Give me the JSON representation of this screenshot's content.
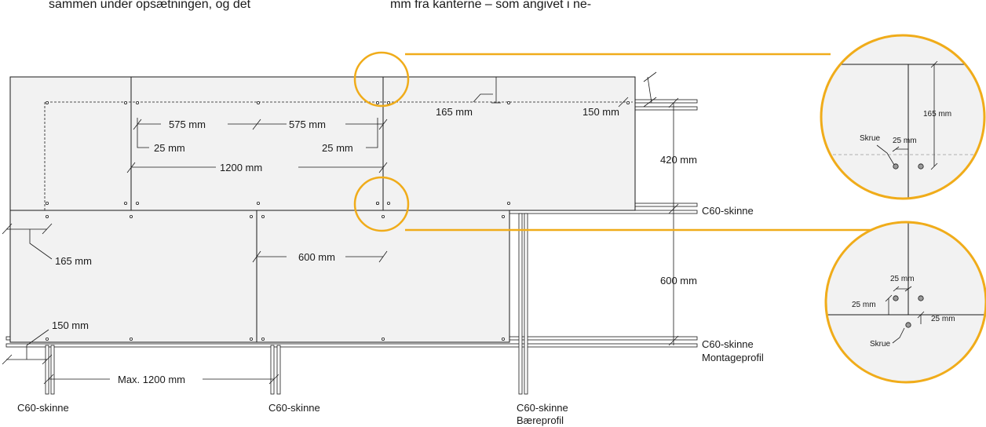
{
  "intro_text": {
    "left": "sammen under opsætningen, og det",
    "right": "mm fra kanterne – som angivet i ne-"
  },
  "dimensions": {
    "d575_left": "575 mm",
    "d575_right": "575 mm",
    "d25_left": "25 mm",
    "d25_right": "25 mm",
    "d1200": "1200 mm",
    "d165_top": "165 mm",
    "d150_top": "150 mm",
    "d420": "420 mm",
    "d600_right": "600 mm",
    "d600_mid": "600 mm",
    "d165_left": "165 mm",
    "d150_left": "150 mm",
    "dmax1200": "Max. 1200 mm"
  },
  "rails": {
    "c60_right_top": "C60-skinne",
    "c60_right_bottom": "C60-skinne",
    "montageprofil": "Montageprofil",
    "c60_bottom_left": "C60-skinne",
    "c60_bottom_mid": "C60-skinne",
    "c60_bottom_right": "C60-skinne",
    "baereprofil": "Bæreprofil"
  },
  "detail_top": {
    "screw": "Skrue",
    "d25": "25 mm",
    "d165": "165 mm"
  },
  "detail_bottom": {
    "d25_top": "25 mm",
    "d25_left": "25 mm",
    "d25_right": "25 mm",
    "screw": "Skrue"
  },
  "colors": {
    "accent": "#f0ac1a",
    "panel": "#f2f2f2",
    "line": "#1a1a1a"
  }
}
